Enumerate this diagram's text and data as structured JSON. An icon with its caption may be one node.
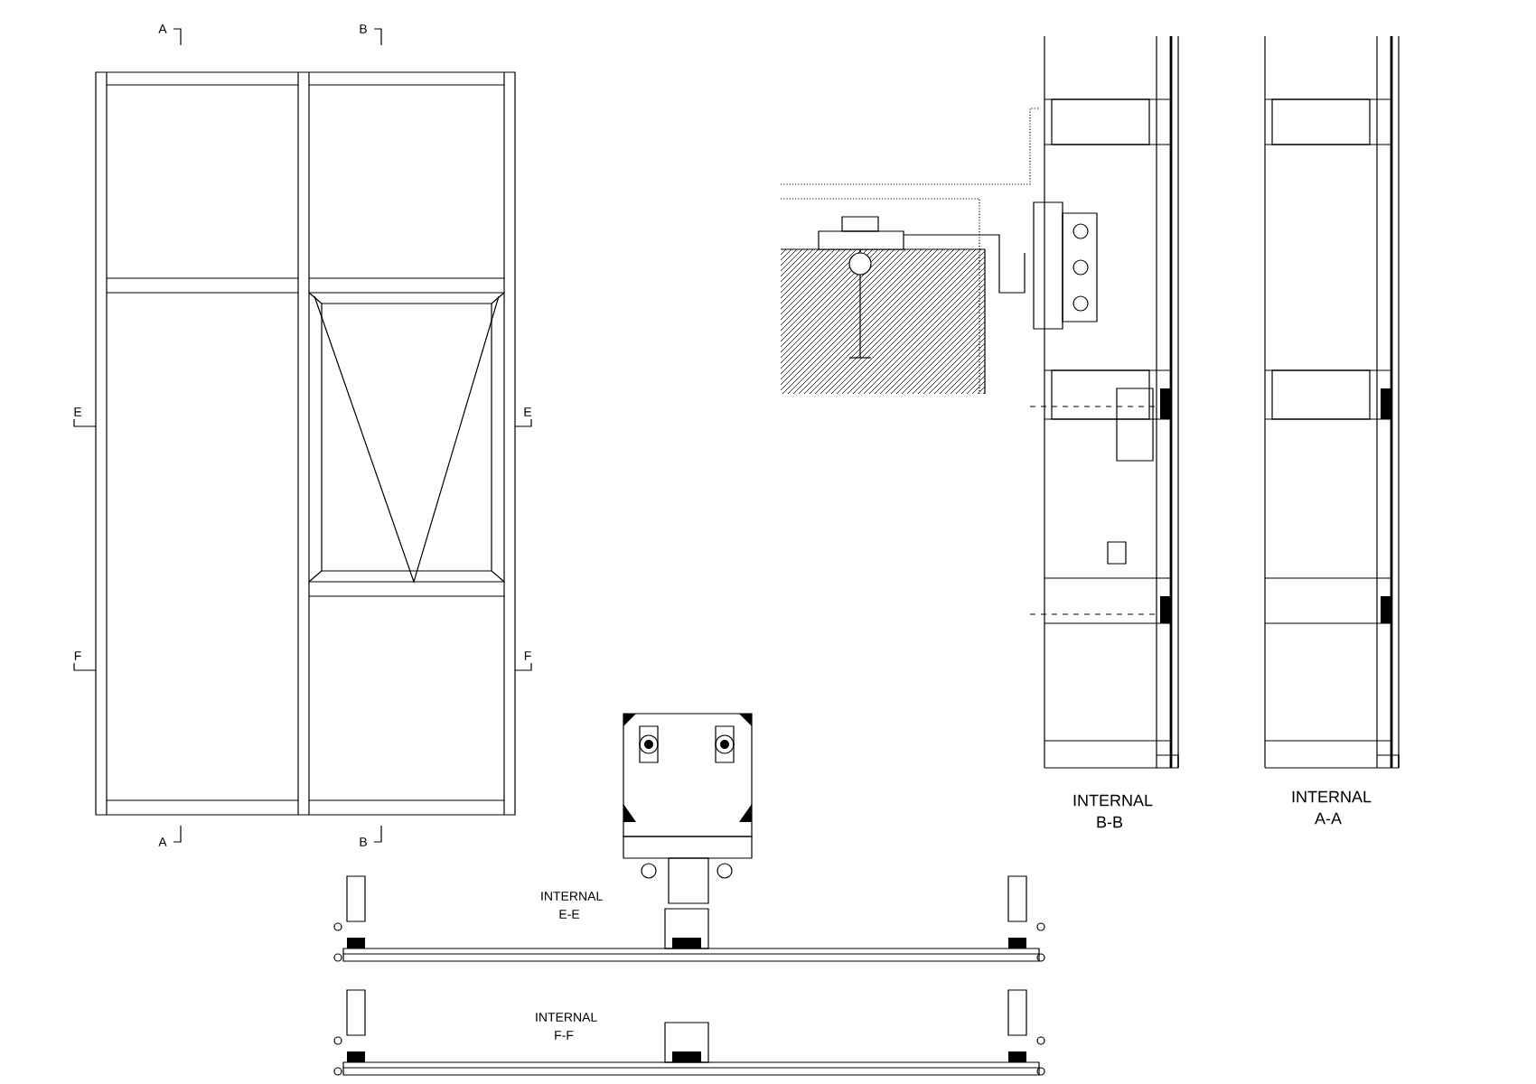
{
  "diagram": {
    "labels": [
      "A",
      "B",
      "E",
      "E",
      "F",
      "F",
      "A",
      "B",
      "INTERNAL B-B",
      "INTERNAL A-A",
      "INTERNAL E-E",
      "INTERNAL F-F"
    ]
  }
}
